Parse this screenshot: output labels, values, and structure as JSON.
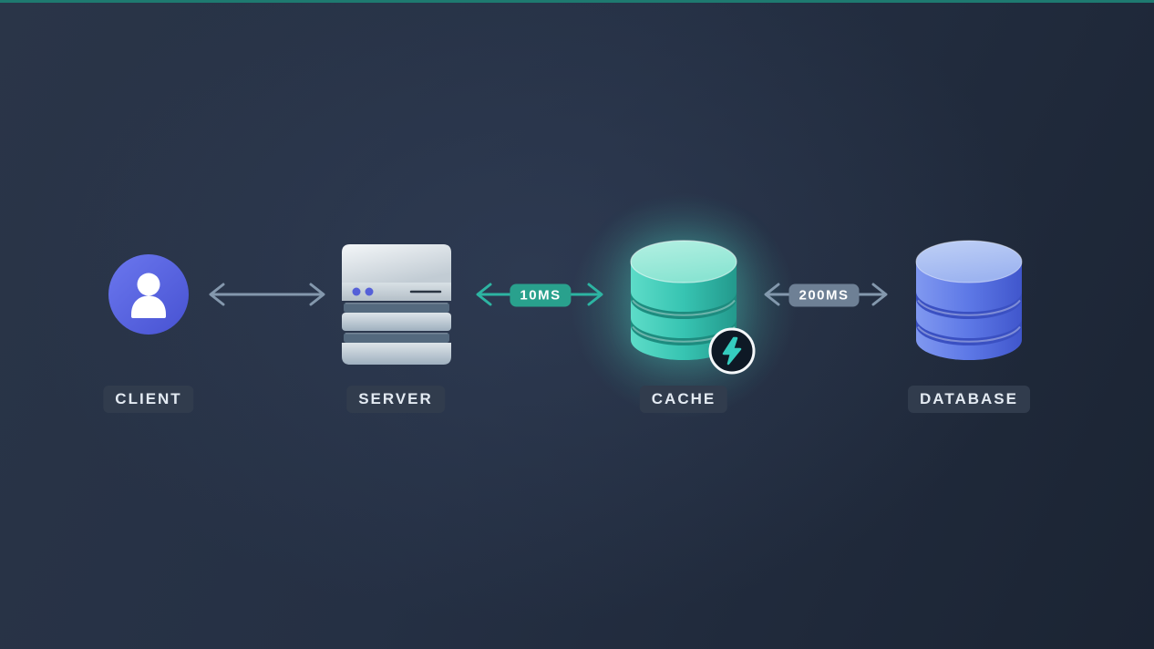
{
  "diagram": {
    "nodes": [
      {
        "id": "client",
        "label": "CLIENT",
        "icon": "user-icon",
        "accent": "#5b67e4"
      },
      {
        "id": "server",
        "label": "SERVER",
        "icon": "server-stack-icon",
        "accent": "#aebecb"
      },
      {
        "id": "cache",
        "label": "CACHE",
        "icon": "cache-cylinder-icon",
        "accent": "#35cdbf",
        "badge_icon": "lightning-bolt-icon",
        "glow": true
      },
      {
        "id": "database",
        "label": "DATABASE",
        "icon": "database-cylinder-icon",
        "accent": "#5b7de8"
      }
    ],
    "links": [
      {
        "from": "CLIENT",
        "to": "SERVER",
        "icon": "double-arrow-icon",
        "color": "#8498ad"
      },
      {
        "from": "SERVER",
        "to": "CACHE",
        "icon": "double-arrow-icon",
        "color": "#2db4a2",
        "latency": "10MS",
        "badge_color": "#29a18d"
      },
      {
        "from": "CACHE",
        "to": "DATABASE",
        "icon": "double-arrow-icon",
        "color": "#8498ad",
        "latency": "200MS",
        "badge_color": "#6e8095"
      }
    ],
    "colors": {
      "background": "#232e42",
      "top_border": "#1e7a70",
      "label_pill_bg": "#313c4d",
      "label_text": "#e3eaf2",
      "cache_glow": "#56e4cc"
    }
  }
}
